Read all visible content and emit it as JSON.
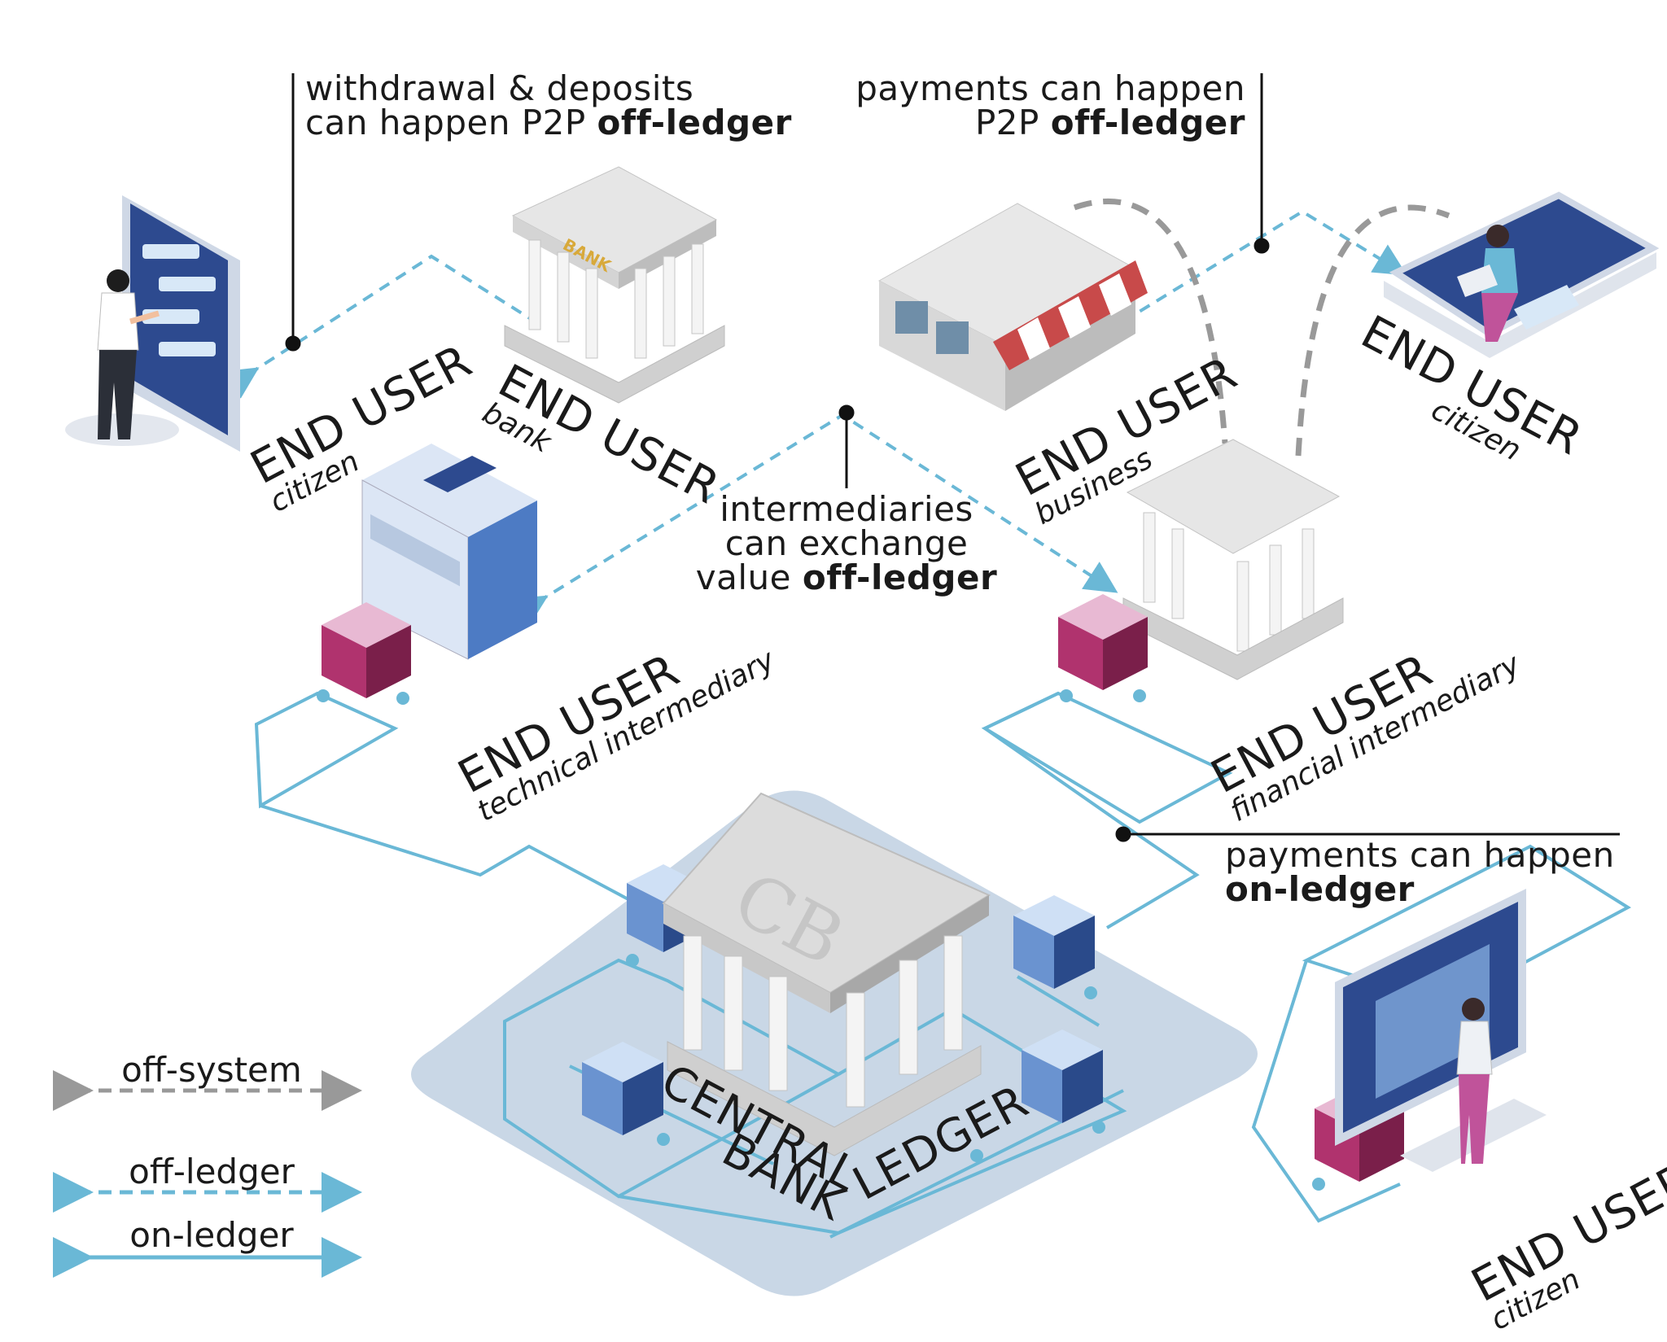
{
  "annotations": {
    "withdrawal": {
      "line1": "withdrawal & deposits",
      "line2_prefix": "can happen P2P ",
      "line2_bold": "off-ledger"
    },
    "payments_p2p": {
      "line1": "payments can happen",
      "line2_prefix": "P2P ",
      "line2_bold": "off-ledger"
    },
    "intermediaries": {
      "line1": "intermediaries",
      "line2": "can exchange",
      "line3_prefix": "value ",
      "line3_bold": "off-ledger"
    },
    "payments_on": {
      "line1": "payments can happen",
      "line2_bold": "on-ledger"
    }
  },
  "nodes": {
    "citizen_tablet": {
      "main": "END USER",
      "sub": "citizen"
    },
    "bank": {
      "main": "END USER",
      "sub": "bank"
    },
    "business": {
      "main": "END USER",
      "sub": "business"
    },
    "citizen_phone": {
      "main": "END USER",
      "sub": "citizen"
    },
    "technical": {
      "main": "END USER",
      "sub": "technical intermediary"
    },
    "financial": {
      "main": "END USER",
      "sub": "financial intermediary"
    },
    "citizen_desktop": {
      "main": "END USER",
      "sub": "citizen"
    }
  },
  "central": {
    "line1": "CENTRAL",
    "line2": "BANK",
    "ledger": "LEDGER",
    "roof_text": "CB"
  },
  "bank_sign": "BANK",
  "legend": {
    "off_system": "off-system",
    "off_ledger": "off-ledger",
    "on_ledger": "on-ledger"
  },
  "colors": {
    "ledger_line": "#6ab8d6",
    "off_system": "#999999",
    "magenta_cube": "#b0336e",
    "blue_cube": "#4d7bc4",
    "platform": "#c9d7e6",
    "device_blue": "#2d4a8f"
  }
}
